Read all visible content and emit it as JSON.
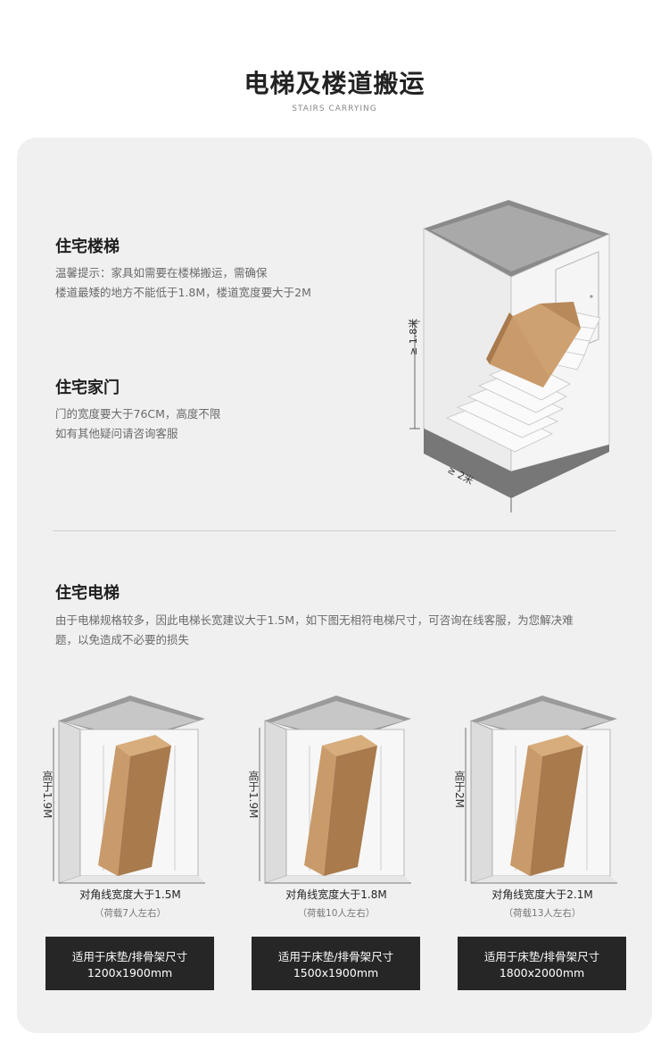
{
  "header": {
    "title": "电梯及楼道搬运",
    "subtitle": "STAIRS CARRYING"
  },
  "stairs": {
    "title": "住宅楼梯",
    "lines": [
      "温馨提示：家具如需要在楼梯搬运，需确保",
      "楼道最矮的地方不能低于1.8M，楼道宽度要大于2M"
    ],
    "height_label": "≥ 1.8米",
    "width_label": "≥ 2米"
  },
  "door": {
    "title": "住宅家门",
    "lines": [
      "门的宽度要大于76CM，高度不限",
      "如有其他疑问请咨询客服"
    ]
  },
  "elevator": {
    "title": "住宅电梯",
    "lines": [
      "由于电梯规格较多，因此电梯长宽建议大于1.5M，如下图无相符电梯尺寸，可咨询在线客服，为您解决难",
      "题，以免造成不必要的损失"
    ],
    "items": [
      {
        "height": "高于1.9M",
        "diagonal": "对角线宽度大于1.5M",
        "load": "（荷载7人左右）",
        "fit": "适用于床垫/排骨架尺寸",
        "size": "1200x1900mm"
      },
      {
        "height": "高于1.9M",
        "diagonal": "对角线宽度大于1.8M",
        "load": "（荷载10人左右）",
        "fit": "适用于床垫/排骨架尺寸",
        "size": "1500x1900mm"
      },
      {
        "height": "高于2M",
        "diagonal": "对角线宽度大于2.1M",
        "load": "（荷载13人左右）",
        "fit": "适用于床垫/排骨架尺寸",
        "size": "1800x2000mm"
      }
    ]
  },
  "colors": {
    "panel": "#f0f0f0",
    "box": "#c99b6a",
    "box_dark": "#a87a4c",
    "dark_button": "#262626"
  }
}
